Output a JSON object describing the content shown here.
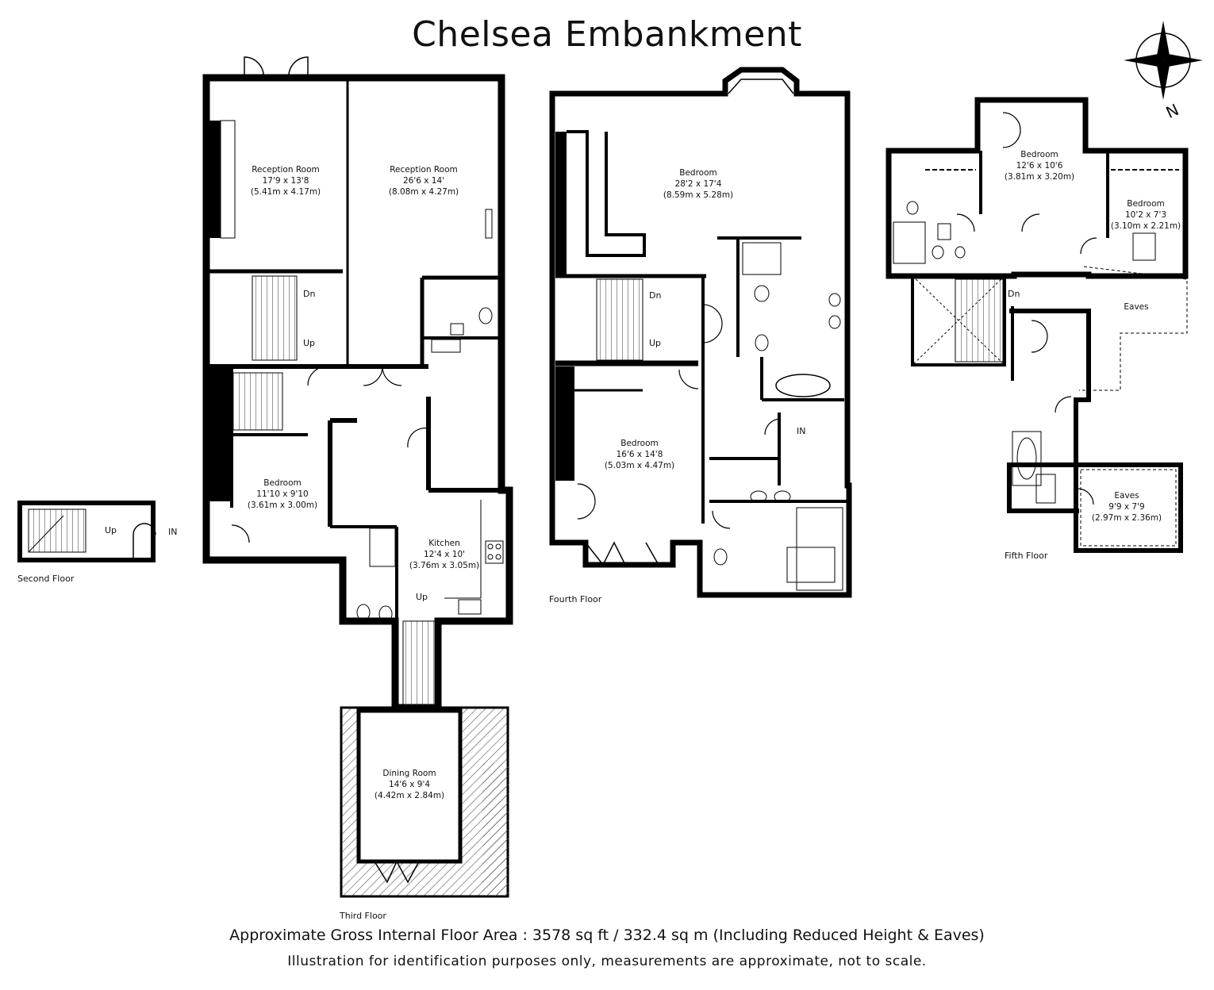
{
  "title": "Chelsea Embankment",
  "north_label": "N",
  "floors": {
    "second": {
      "label": "Second Floor",
      "up": "Up",
      "in": "IN"
    },
    "third": {
      "label": "Third Floor",
      "rooms": [
        {
          "name": "Reception Room",
          "imperial": "17'9 x 13'8",
          "metric": "(5.41m x 4.17m)"
        },
        {
          "name": "Reception Room",
          "imperial": "26'6 x 14'",
          "metric": "(8.08m x 4.27m)"
        },
        {
          "name": "Bedroom",
          "imperial": "11'10 x 9'10",
          "metric": "(3.61m x 3.00m)"
        },
        {
          "name": "Kitchen",
          "imperial": "12'4 x 10'",
          "metric": "(3.76m x 3.05m)"
        },
        {
          "name": "Dining Room",
          "imperial": "14'6 x 9'4",
          "metric": "(4.42m x 2.84m)"
        }
      ],
      "dn": "Dn",
      "up": "Up",
      "up2": "Up"
    },
    "fourth": {
      "label": "Fourth Floor",
      "rooms": [
        {
          "name": "Bedroom",
          "imperial": "28'2 x 17'4",
          "metric": "(8.59m x 5.28m)"
        },
        {
          "name": "Bedroom",
          "imperial": "16'6 x 14'8",
          "metric": "(5.03m x 4.47m)"
        }
      ],
      "dn": "Dn",
      "up": "Up",
      "in": "IN"
    },
    "fifth": {
      "label": "Fifth Floor",
      "rooms": [
        {
          "name": "Bedroom",
          "imperial": "12'6 x 10'6",
          "metric": "(3.81m x 3.20m)"
        },
        {
          "name": "Bedroom",
          "imperial": "10'2 x 7'3",
          "metric": "(3.10m x 2.21m)"
        },
        {
          "name": "Eaves",
          "imperial": "",
          "metric": ""
        },
        {
          "name": "Eaves",
          "imperial": "9'9 x 7'9",
          "metric": "(2.97m x 2.36m)"
        }
      ],
      "dn": "Dn"
    }
  },
  "footer": {
    "area": "Approximate Gross Internal Floor Area : 3578 sq ft / 332.4 sq m (Including Reduced Height & Eaves)",
    "disclaimer": "Illustration for identification purposes only, measurements are approximate, not to scale."
  }
}
